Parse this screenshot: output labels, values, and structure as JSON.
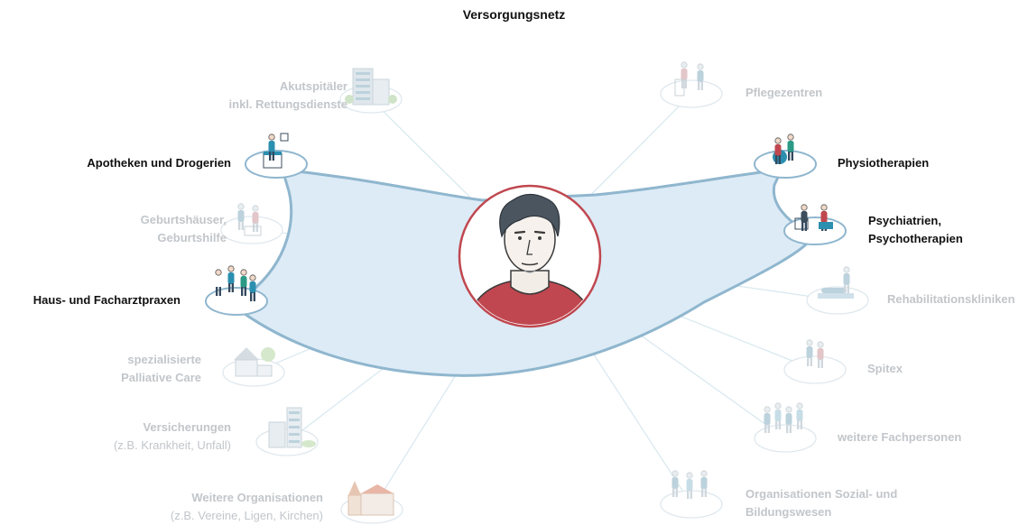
{
  "title": "Versorgungsnetz",
  "colors": {
    "network_fill": "#dcebf6",
    "network_stroke": "#8fb6ce",
    "spoke": "#d7e8ef",
    "node_ring": "#dfe8ee",
    "node_ring_active": "#8fb6ce",
    "active_text": "#111111",
    "inactive_text": "#c2c6ca",
    "patient_ring": "#c0474f",
    "patient_shirt": "#c0474f",
    "patient_hair": "#4a5560"
  },
  "center": {
    "name": "patient-portrait"
  },
  "nodes": [
    {
      "id": "akutspitaeler",
      "lines": [
        "Akutspitäler",
        "inkl. Rettungsdienste"
      ],
      "active": false,
      "icon": "hospital-icon"
    },
    {
      "id": "apotheken",
      "lines": [
        "Apotheken und Drogerien"
      ],
      "active": true,
      "icon": "pharmacy-icon"
    },
    {
      "id": "geburtshaeuser",
      "lines": [
        "Geburtshäuser,",
        "Geburtshilfe"
      ],
      "active": false,
      "icon": "midwife-icon"
    },
    {
      "id": "hausarzt",
      "lines": [
        "Haus- und Facharztpraxen"
      ],
      "active": true,
      "icon": "doctors-icon"
    },
    {
      "id": "palliative",
      "lines": [
        "spezialisierte",
        "Palliative Care"
      ],
      "active": false,
      "icon": "palliative-house-icon"
    },
    {
      "id": "versicherungen",
      "lines": [
        "Versicherungen"
      ],
      "sub": "(z.B. Krankheit, Unfall)",
      "active": false,
      "icon": "insurance-building-icon"
    },
    {
      "id": "weitere-org",
      "lines": [
        "Weitere Organisationen"
      ],
      "sub": "(z.B. Vereine, Ligen, Kirchen)",
      "active": false,
      "icon": "church-icon"
    },
    {
      "id": "pflegezentren",
      "lines": [
        "Pflegezentren"
      ],
      "active": false,
      "icon": "walker-icon"
    },
    {
      "id": "physiotherapien",
      "lines": [
        "Physiotherapien"
      ],
      "active": true,
      "icon": "physio-icon"
    },
    {
      "id": "psychiatrien",
      "lines": [
        "Psychiatrien,",
        "Psychotherapien"
      ],
      "active": true,
      "icon": "therapy-session-icon"
    },
    {
      "id": "rehabilitation",
      "lines": [
        "Rehabilitationskliniken"
      ],
      "active": false,
      "icon": "rehab-bed-icon"
    },
    {
      "id": "spitex",
      "lines": [
        "Spitex"
      ],
      "active": false,
      "icon": "home-care-icon"
    },
    {
      "id": "fachpersonen",
      "lines": [
        "weitere Fachpersonen"
      ],
      "active": false,
      "icon": "specialists-group-icon"
    },
    {
      "id": "sozial",
      "lines": [
        "Organisationen Sozial- und",
        "Bildungswesen"
      ],
      "active": false,
      "icon": "social-workers-icon"
    }
  ]
}
